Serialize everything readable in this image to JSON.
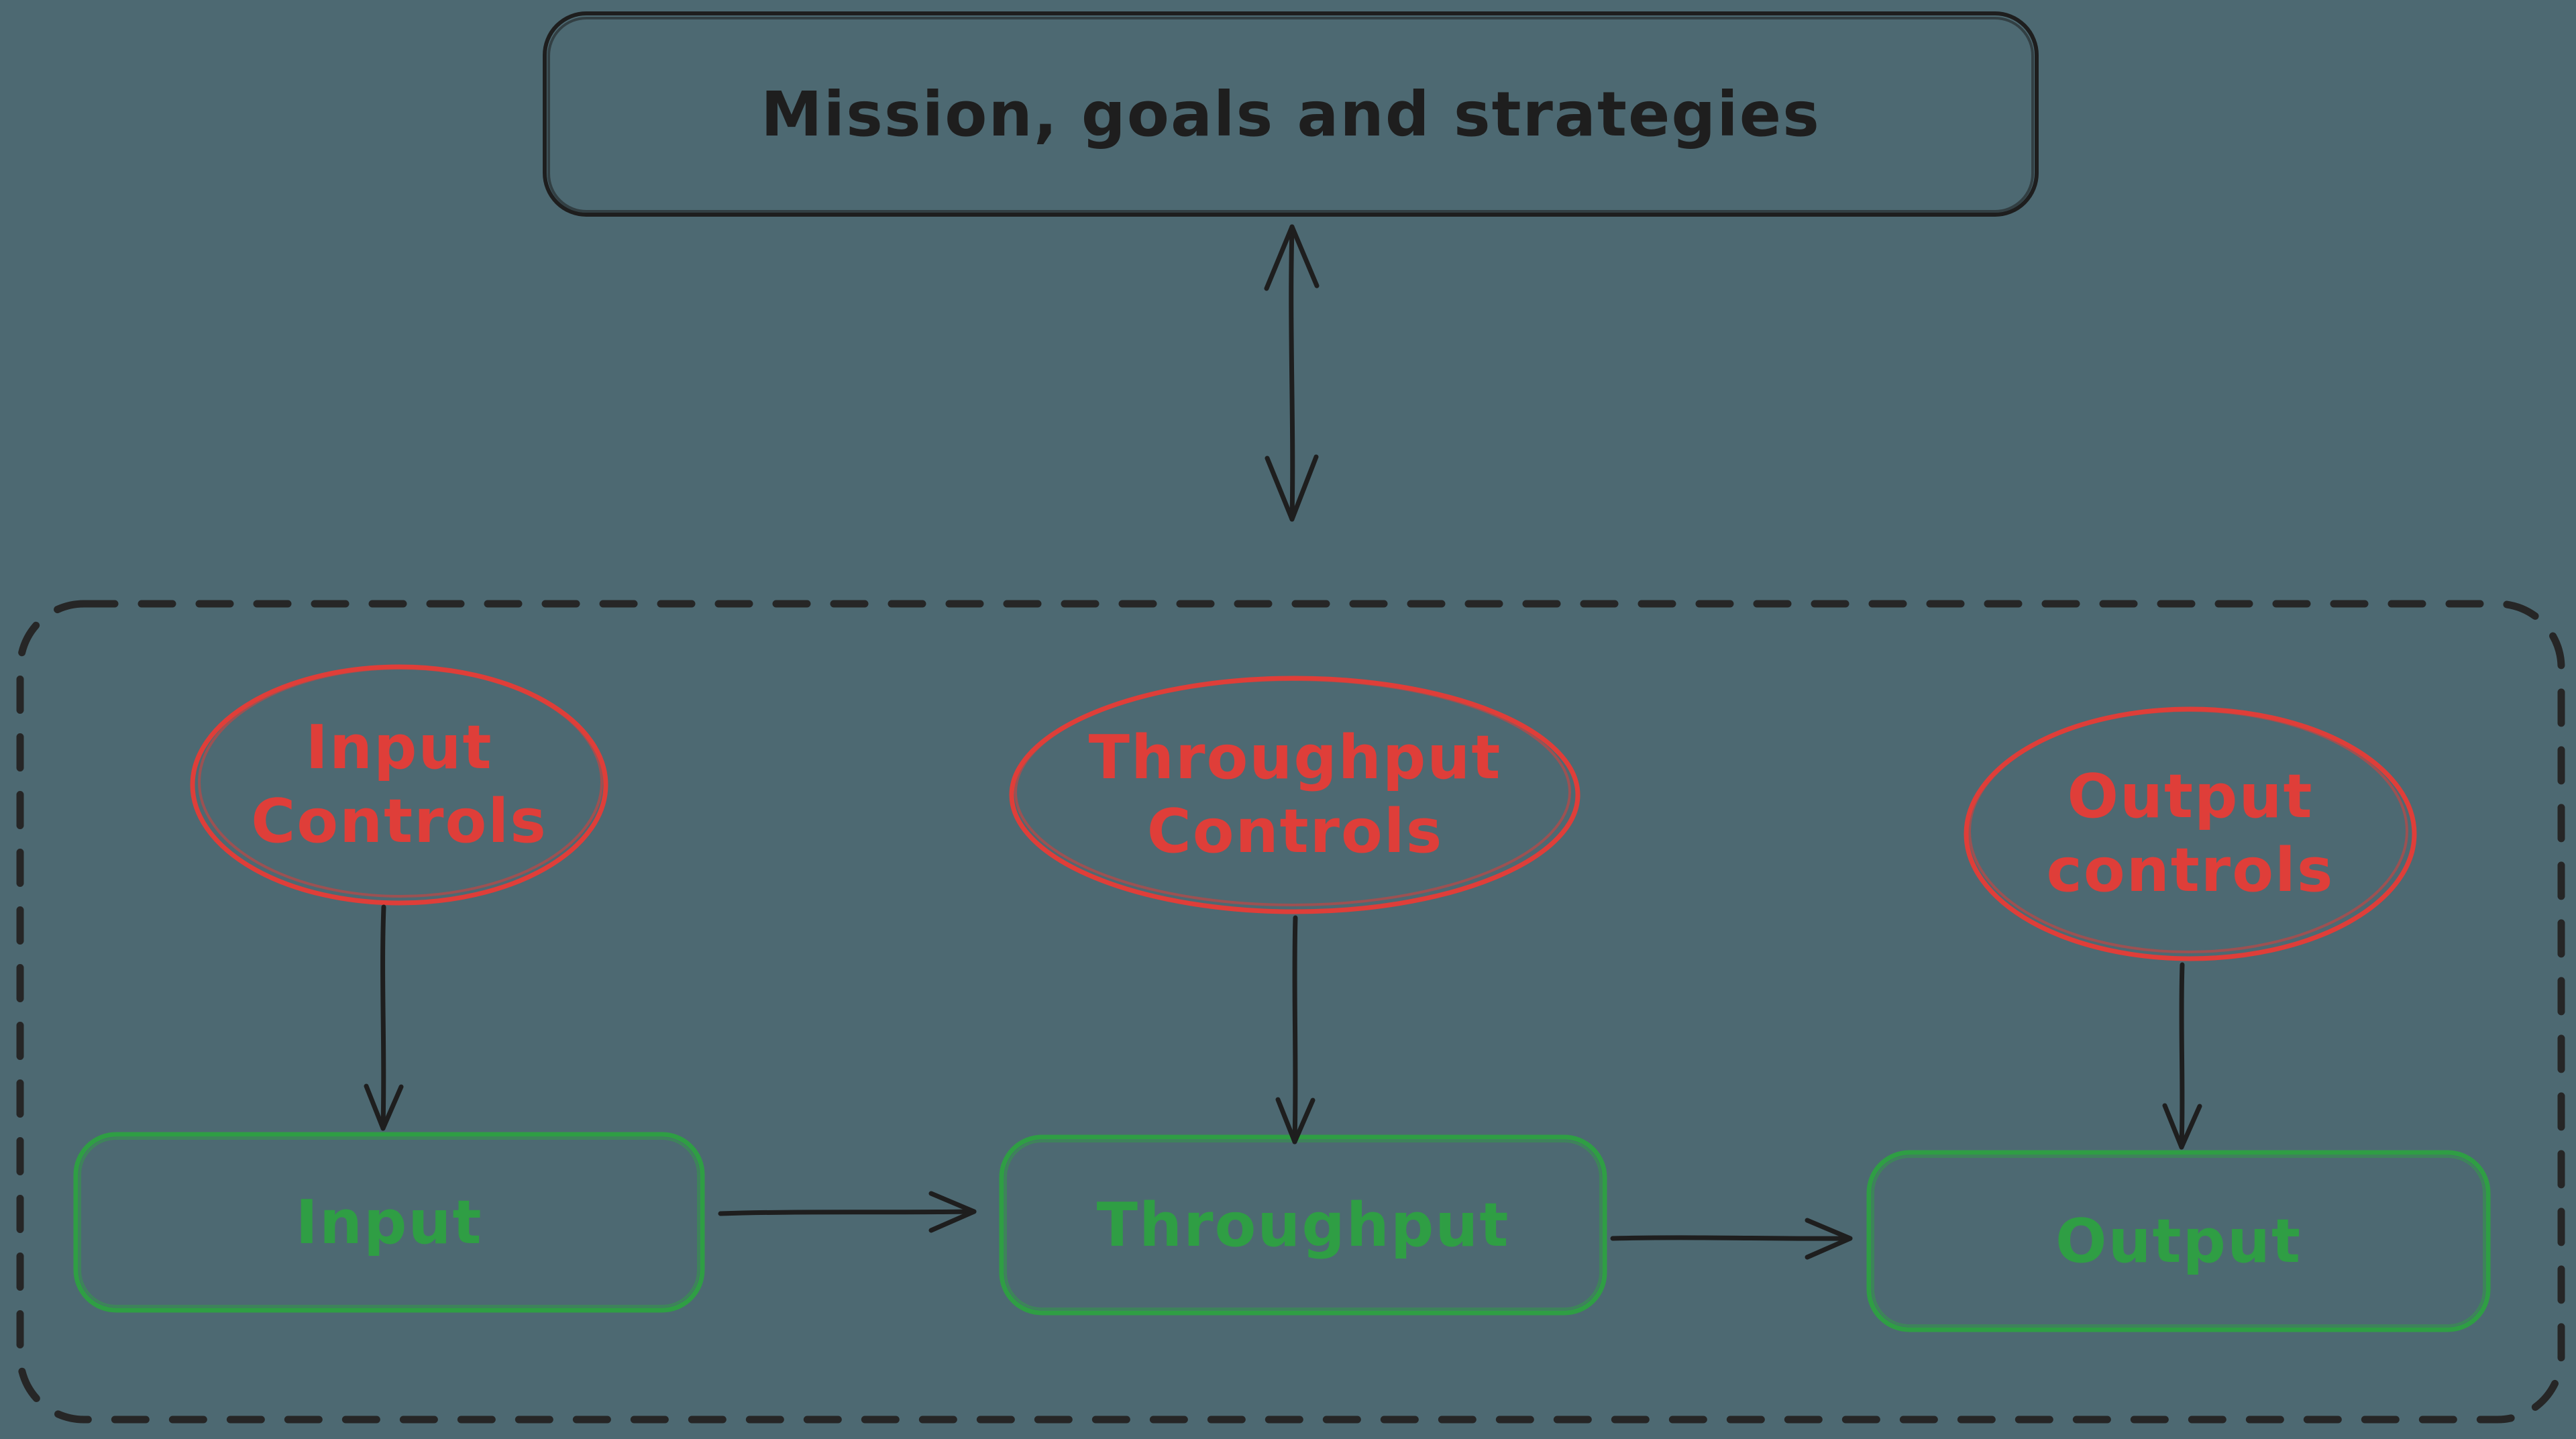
{
  "diagram": {
    "title": "Mission, goals and strategies"
  },
  "colors": {
    "background": "#4d6972",
    "black_stroke": "#1e1e1e",
    "dashed_border": "#262626",
    "red": "#df3e39",
    "green": "#2f9e44"
  },
  "controls": [
    {
      "line1": "Input",
      "line2": "Controls"
    },
    {
      "line1": "Throughput",
      "line2": "Controls"
    },
    {
      "line1": "Output",
      "line2": "controls"
    }
  ],
  "stages": [
    {
      "label": "Input"
    },
    {
      "label": "Throughput"
    },
    {
      "label": "Output"
    }
  ]
}
